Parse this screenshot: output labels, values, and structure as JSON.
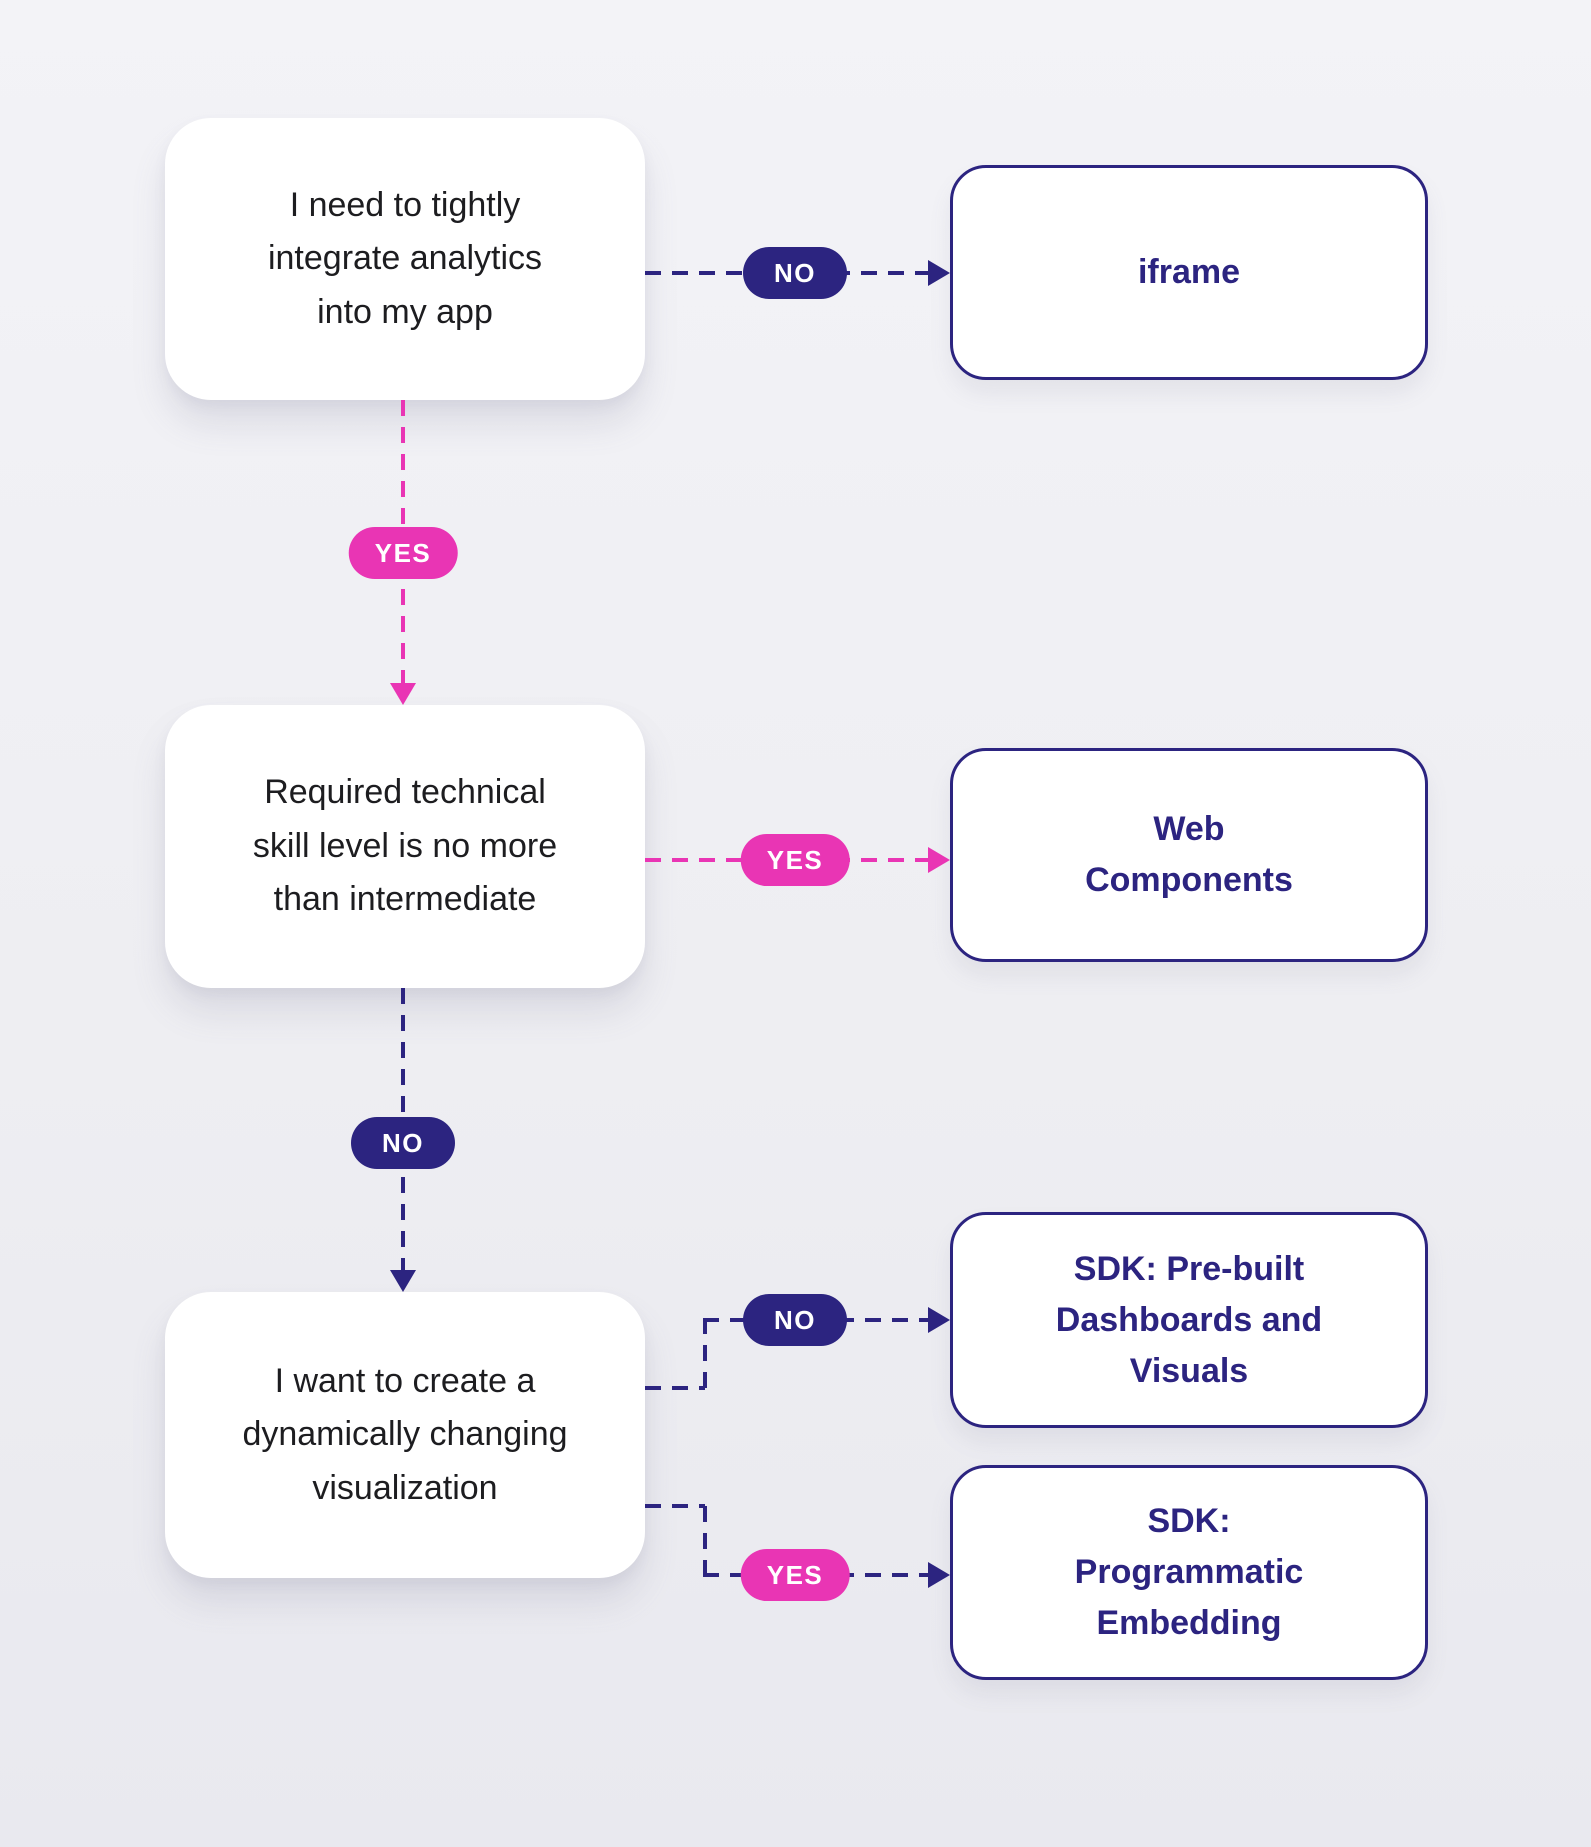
{
  "colors": {
    "navy": "#2c2480",
    "pink": "#e935b4",
    "question-text": "#1d1d20",
    "card-bg": "#ffffff"
  },
  "flow": {
    "labels": {
      "yes": "YES",
      "no": "NO"
    },
    "questions": [
      {
        "text": "I need to tightly\nintegrate analytics\ninto my app"
      },
      {
        "text": "Required technical\nskill level is no more\nthan intermediate"
      },
      {
        "text": "I want to create a\ndynamically changing\nvisualization"
      }
    ],
    "outcomes": [
      {
        "text": "iframe"
      },
      {
        "text": "Web\nComponents"
      },
      {
        "text": "SDK: Pre-built\nDashboards and\nVisuals"
      },
      {
        "text": "SDK:\nProgrammatic\nEmbedding"
      }
    ]
  }
}
